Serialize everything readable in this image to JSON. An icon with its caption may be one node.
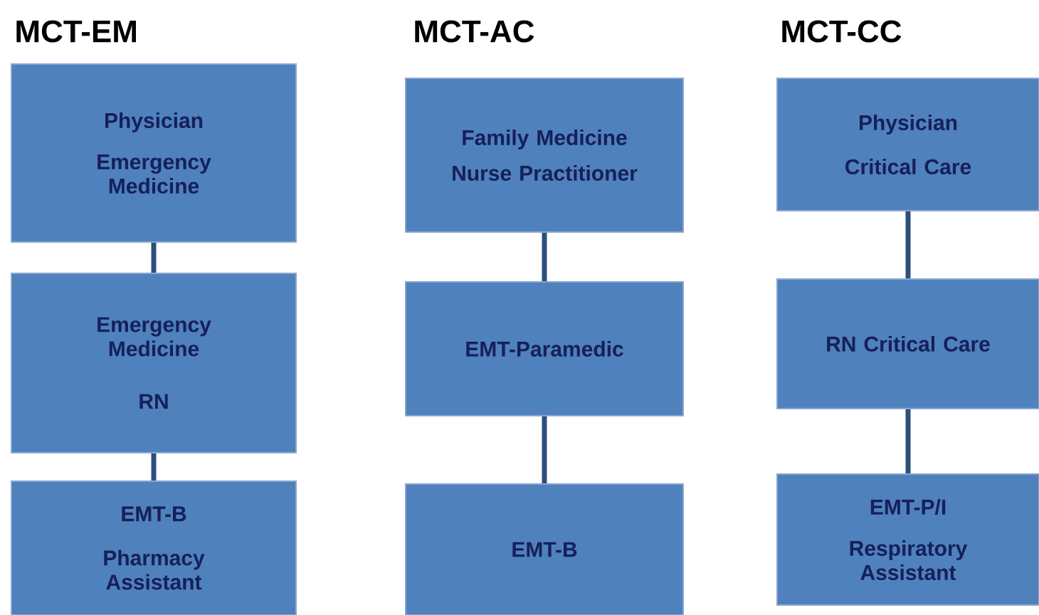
{
  "diagram": {
    "nodes": [
      {
        "text": [
          "Physician",
          "Emergency Medicine"
        ]
      },
      {
        "text": [
          "Emergency Medicine",
          "RN"
        ]
      },
      {
        "text": [
          "EMT-B",
          "Pharmacy Assistant"
        ]
      },
      {
        "text": [
          "Family Medicine",
          "Nurse Practitioner"
        ]
      },
      {
        "text": [
          "EMT-Paramedic"
        ]
      },
      {
        "text": [
          "EMT-B"
        ]
      },
      {
        "text": [
          "Physician",
          "Critical Care"
        ]
      },
      {
        "text": [
          "RN Critical Care"
        ]
      },
      {
        "text": [
          "EMT-P/I",
          "Respiratory Assistant"
        ]
      }
    ],
    "edges": [
      {
        "from": 0,
        "to": 1,
        "arrow": "none"
      },
      {
        "from": 1,
        "to": 2,
        "arrow": "none"
      },
      {
        "from": 3,
        "to": 4,
        "arrow": "none"
      },
      {
        "from": 4,
        "to": 5,
        "arrow": "none"
      },
      {
        "from": 6,
        "to": 7,
        "arrow": "none"
      },
      {
        "from": 7,
        "to": 8,
        "arrow": "none"
      }
    ],
    "labels": [
      "MCT-EM",
      "MCT-AC",
      "MCT-CC"
    ]
  }
}
